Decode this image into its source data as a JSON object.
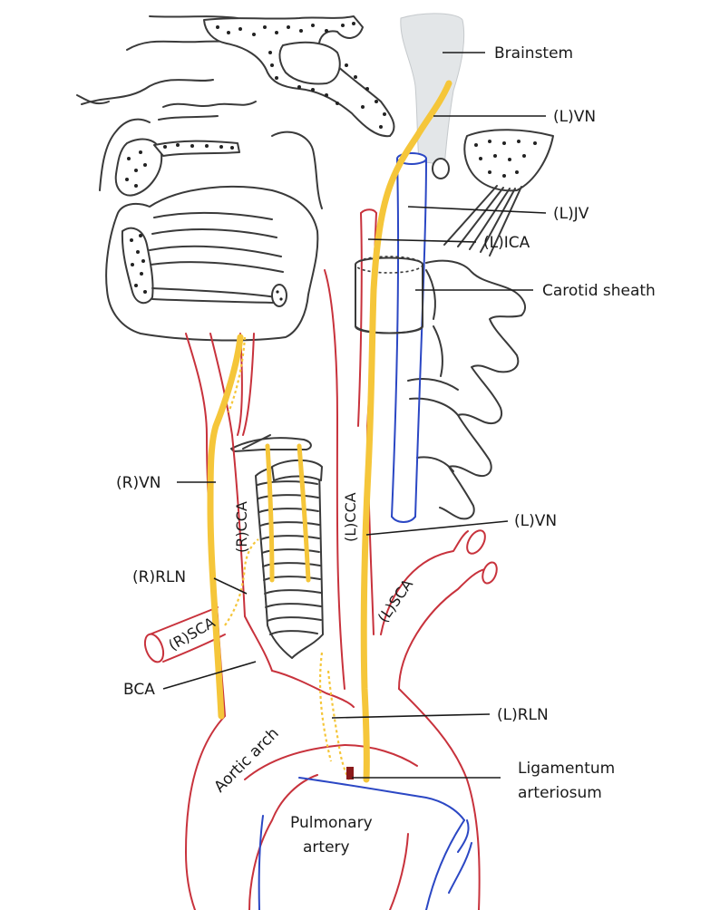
{
  "labels": {
    "brainstem": "Brainstem",
    "l_vn_top": "(L)VN",
    "l_jv": "(L)JV",
    "l_ica": "(L)ICA",
    "carotid_sheath": "Carotid sheath",
    "r_vn": "(R)VN",
    "r_cca": "(R)CCA",
    "l_cca": "(L)CCA",
    "l_vn_mid": "(L)VN",
    "r_rln": "(R)RLN",
    "r_sca": "(R)SCA",
    "l_sca": "(L)SCA",
    "bca": "BCA",
    "l_rln": "(L)RLN",
    "aortic_arch": "Aortic arch",
    "ligamentum_line1": "Ligamentum",
    "ligamentum_line2": "arteriosum",
    "pulmonary_line1": "Pulmonary",
    "pulmonary_line2": "artery"
  },
  "colors": {
    "artery": "#c8323c",
    "vein": "#2b47c4",
    "nerve": "#f5c63a",
    "bone_outline": "#3a3a3a",
    "brainstem_fill": "#e3e6e8"
  },
  "icons": [
    "anatomical-drawing"
  ]
}
